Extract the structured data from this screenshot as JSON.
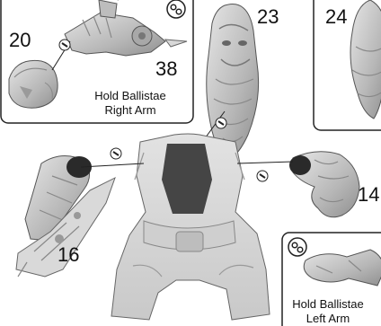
{
  "parts": {
    "p20": "20",
    "p38": "38",
    "p23": "23",
    "p24": "24",
    "p14": "14",
    "p16": "16"
  },
  "callouts": {
    "right_arm_line1": "Hold Ballistae",
    "right_arm_line2": "Right Arm",
    "left_arm_line1": "Hold Ballistae",
    "left_arm_line2": "Left Arm"
  }
}
